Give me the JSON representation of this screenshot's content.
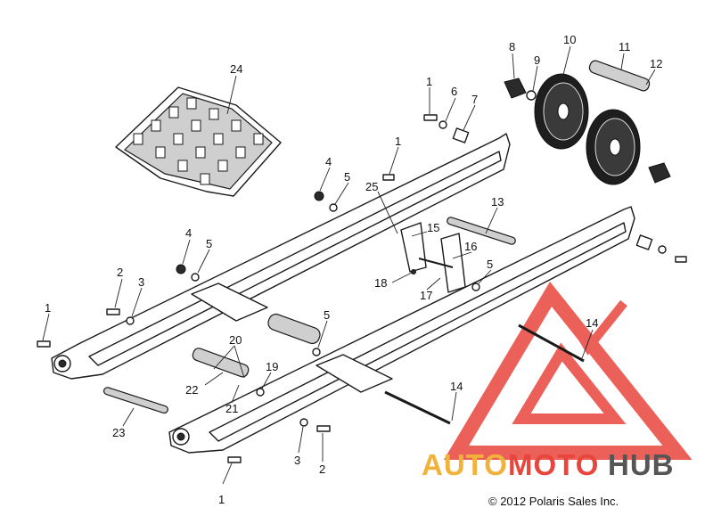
{
  "callouts": [
    {
      "id": "1"
    },
    {
      "id": "1"
    },
    {
      "id": "1"
    },
    {
      "id": "1"
    },
    {
      "id": "2"
    },
    {
      "id": "2"
    },
    {
      "id": "3"
    },
    {
      "id": "3"
    },
    {
      "id": "4"
    },
    {
      "id": "4"
    },
    {
      "id": "5"
    },
    {
      "id": "5"
    },
    {
      "id": "5"
    },
    {
      "id": "5"
    },
    {
      "id": "6"
    },
    {
      "id": "7"
    },
    {
      "id": "8"
    },
    {
      "id": "9"
    },
    {
      "id": "10"
    },
    {
      "id": "11"
    },
    {
      "id": "12"
    },
    {
      "id": "13"
    },
    {
      "id": "14"
    },
    {
      "id": "14"
    },
    {
      "id": "15"
    },
    {
      "id": "16"
    },
    {
      "id": "17"
    },
    {
      "id": "18"
    },
    {
      "id": "19"
    },
    {
      "id": "20"
    },
    {
      "id": "21"
    },
    {
      "id": "22"
    },
    {
      "id": "23"
    },
    {
      "id": "24"
    },
    {
      "id": "25"
    }
  ],
  "watermark": {
    "part1": "AUTO",
    "part2": "MOTO",
    "part3": "HUB",
    "colors": {
      "auto": "#f2b23a",
      "moto": "#e8453c",
      "hub": "#555555",
      "logo": "#e8453c"
    }
  },
  "copyright": "© 2012 Polaris Sales Inc."
}
